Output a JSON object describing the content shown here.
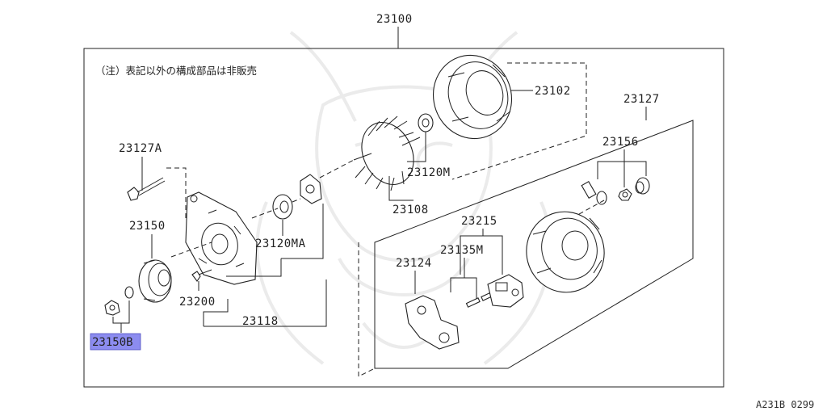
{
  "diagram": {
    "note": "（注）表記以外の構成部品は非販売",
    "diagram_code": "A231B 0299",
    "highlight_color": "#8c8cf0",
    "labels": {
      "p23100": "23100",
      "p23102": "23102",
      "p23127": "23127",
      "p23127A": "23127A",
      "p23156": "23156",
      "p23120M": "23120M",
      "p23108": "23108",
      "p23215": "23215",
      "p23150": "23150",
      "p23120MA": "23120MA",
      "p23135M": "23135M",
      "p23124": "23124",
      "p23200": "23200",
      "p23118": "23118",
      "p23150B": "23150B"
    }
  }
}
